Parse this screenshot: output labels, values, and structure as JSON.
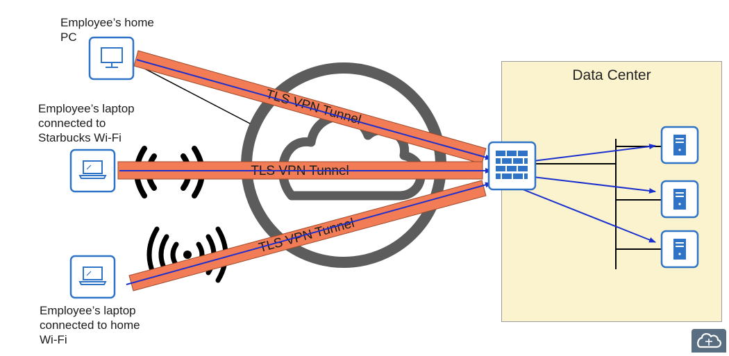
{
  "data_center": {
    "title": "Data Center"
  },
  "endpoints": {
    "home_pc": {
      "label": "Employee’s home\nPC"
    },
    "starbucks_laptop": {
      "label": "Employee’s laptop\nconnected to\nStarbucks Wi-Fi"
    },
    "home_laptop": {
      "label": "Employee’s laptop\nconnected to home\nWi-Fi"
    }
  },
  "tunnels": [
    {
      "label": "TLS VPN Tunnel"
    },
    {
      "label": "TLS VPN Tunnel"
    },
    {
      "label": "TLS VPN Tunnel"
    }
  ],
  "colors": {
    "tunnel": "#f17c55",
    "tunnel_border": "#9b4a2c",
    "arrow": "#1b2fcf",
    "device_border": "#2f73c6",
    "cloud": "#5c5c5c",
    "data_center_bg": "#faf3cd"
  },
  "icons": [
    "desktop-icon",
    "laptop-icon",
    "wifi-icon",
    "cloud-icon",
    "firewall-icon",
    "server-icon",
    "logo-icon"
  ]
}
